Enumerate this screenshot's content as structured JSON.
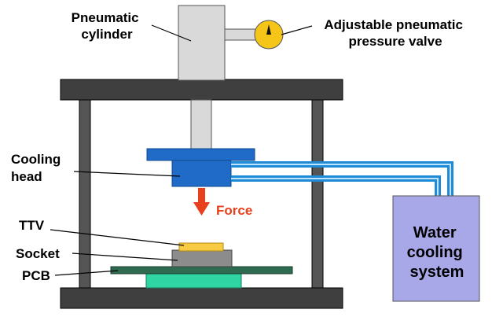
{
  "labels": {
    "pneumatic_cylinder": [
      "Pneumatic",
      "cylinder"
    ],
    "pressure_valve": [
      "Adjustable pneumatic",
      "pressure valve"
    ],
    "cooling_head": [
      "Cooling",
      "head"
    ],
    "force": "Force",
    "ttv": "TTV",
    "socket": "Socket",
    "pcb": "PCB",
    "water_cooling": [
      "Water",
      "cooling",
      "system"
    ]
  },
  "colors": {
    "frame": "#3f3f3f",
    "cylinder": "#d9d9d9",
    "cooling_head": "#1f6bc7",
    "water_pipe": "#1f8ad6",
    "valve": "#f5c518",
    "force_arrow": "#e8401c",
    "ttv": "#f9cb45",
    "socket": "#8c8c8c",
    "pcb": "#2f6b50",
    "pcb_component": "#2fd6a3",
    "water_tank": "#a8a8e8"
  }
}
